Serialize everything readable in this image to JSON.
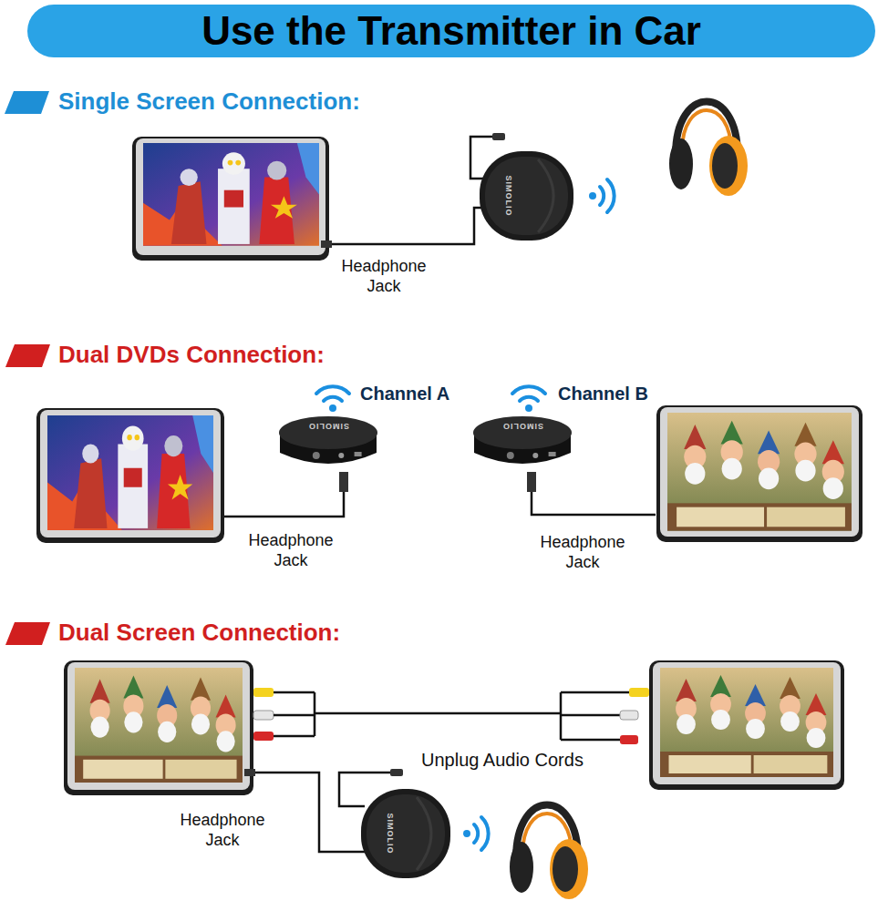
{
  "diagram": {
    "title": "Use the Transmitter in Car",
    "nodes": [
      {
        "text": [
          "SIMOLIO"
        ]
      },
      {
        "text": [
          "Channel A",
          "SIMOLIO"
        ]
      },
      {
        "text": [
          "Channel B",
          "SIMOLIO"
        ]
      },
      {
        "text": [
          "SIMOLIO"
        ]
      }
    ],
    "labels": [
      "Single Screen Connection:",
      "Headphone Jack",
      "Dual DVDs Connection:",
      "Headphone Jack",
      "Headphone Jack",
      "Dual Screen Connection:",
      "Unplug Audio Cords",
      "Headphone Jack"
    ]
  }
}
